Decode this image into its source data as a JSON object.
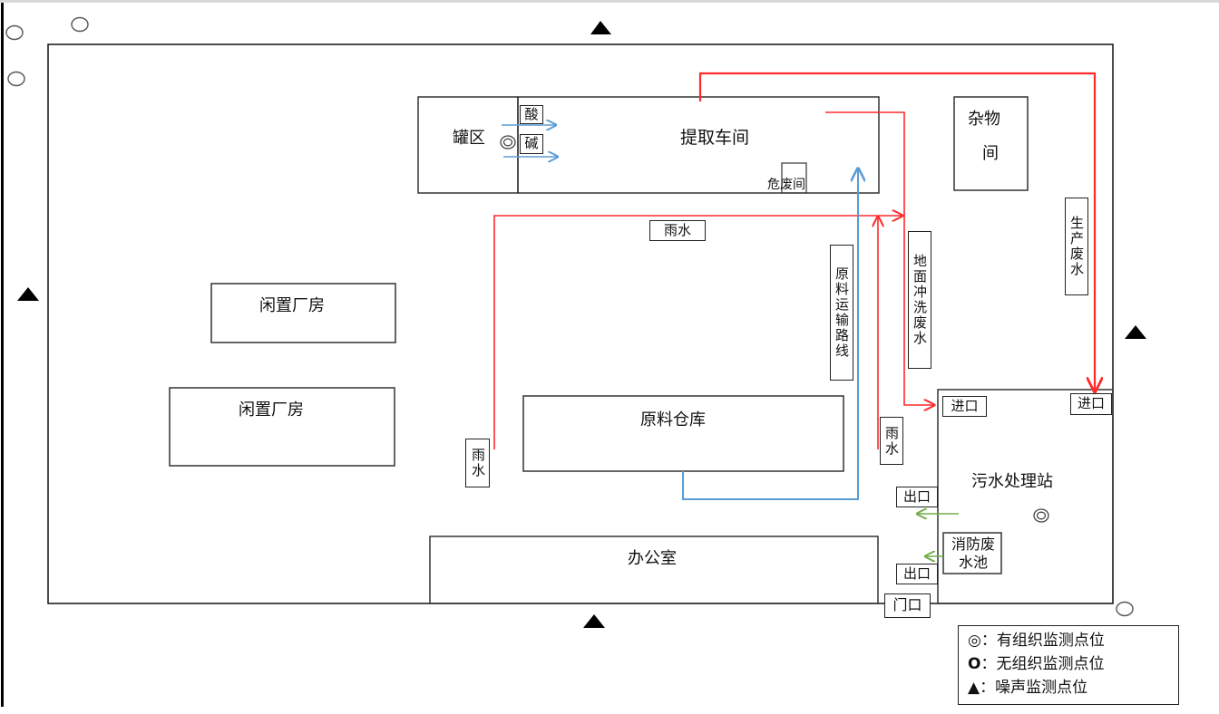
{
  "title": "厂区平面布置及监测点位示意图",
  "buildings": {
    "extraction_workshop": "提取车间",
    "tank_area": "罐区",
    "acid": "酸",
    "alkali": "碱",
    "hazardous_waste_room": "危废间",
    "storage_room": "杂物间",
    "idle_plant_1": "闲置厂房",
    "idle_plant_2": "闲置厂房",
    "raw_material_warehouse": "原料仓库",
    "office": "办公室",
    "sewage_station": "污水处理站",
    "fire_water_pool": "消防废水池"
  },
  "flow_labels": {
    "rainwater_top": "雨水",
    "rainwater_left": "雨水",
    "rainwater_right": "雨水",
    "material_route": "原料运输路线",
    "floor_wash_water": "地面冲洗废水",
    "production_wastewater": "生产废水",
    "inlet_1": "进口",
    "inlet_2": "进口",
    "outlet_1": "出口",
    "outlet_2": "出口",
    "gate": "门口"
  },
  "legend": {
    "items": [
      {
        "symbol": "◎",
        "sep": "：",
        "label": "有组织监测点位"
      },
      {
        "symbol": "O",
        "sep": "：",
        "label": "无组织监测点位"
      },
      {
        "symbol": "▲",
        "sep": "：",
        "label": "噪声监测点位"
      }
    ]
  },
  "colors": {
    "wastewater_line": "#ff2a2a",
    "material_line": "#5b9bd5",
    "outlet_arrow": "#70ad47",
    "outline": "#333333"
  }
}
